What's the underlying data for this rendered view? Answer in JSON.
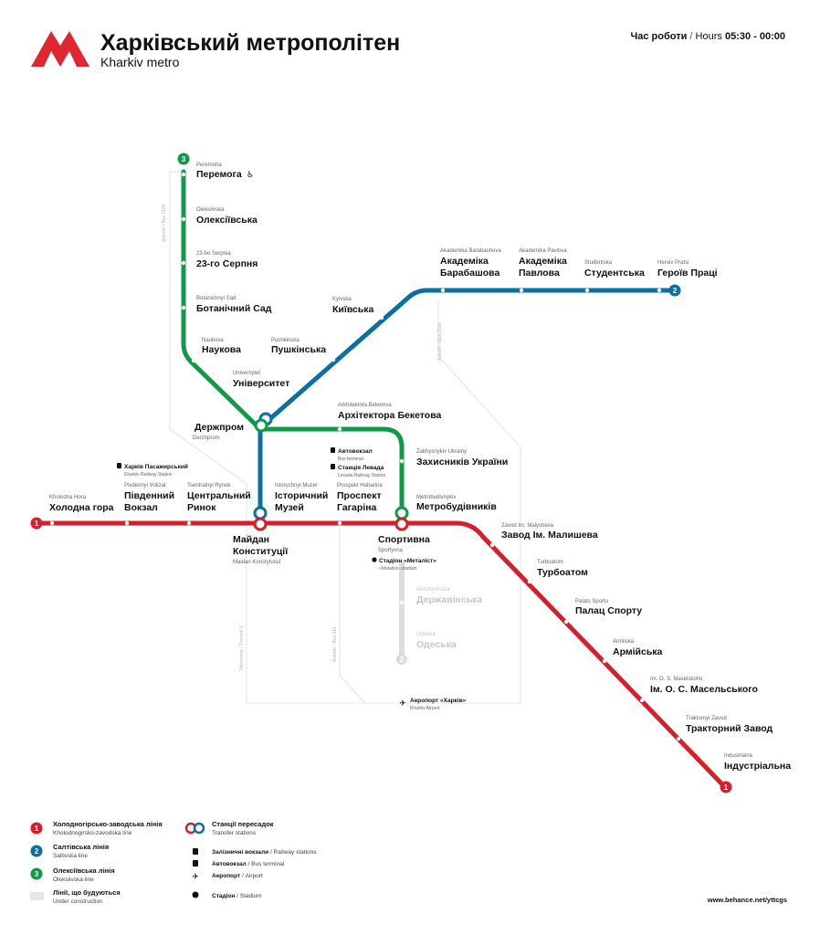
{
  "header": {
    "title": "Харківський метрополітен",
    "subtitle": "Kharkiv metro",
    "hours_label_uk": "Час роботи",
    "hours_sep": " / ",
    "hours_label_en": "Hours",
    "hours_value": "05:30 - 00:00"
  },
  "colors": {
    "red_line": "#d71f2c",
    "blue_line": "#0a6fa3",
    "green_line": "#0f9a48",
    "construction": "#e6e6e6",
    "logo": "#e0262e"
  },
  "line_badges": {
    "red": "1",
    "blue": "2",
    "green": "3"
  },
  "stations": {
    "peremoha": {
      "en": "Peremoha",
      "uk": "Перемога"
    },
    "oleksiivska": {
      "en": "Oleksiivska",
      "uk": "Олексіївська"
    },
    "serpnia": {
      "en": "23-ho Serpnia",
      "uk": "23-го Серпня"
    },
    "botanichnyi": {
      "en": "Botanichnyi Sad",
      "uk": "Ботанічний Сад"
    },
    "naukova": {
      "en": "Naukova",
      "uk": "Наукова"
    },
    "pushkinska": {
      "en": "Pushkinska",
      "uk": "Пушкінська"
    },
    "universytet": {
      "en": "Universytet",
      "uk": "Університет"
    },
    "kyivska": {
      "en": "Kyivska",
      "uk": "Київська"
    },
    "barabashova": {
      "en": "Akademika Barabashova",
      "uk1": "Академіка",
      "uk2": "Барабашова"
    },
    "pavlova": {
      "en": "Akademika Pavlova",
      "uk1": "Академіка",
      "uk2": "Павлова"
    },
    "studentska": {
      "en": "Studentska",
      "uk": "Студентська"
    },
    "heroiv": {
      "en": "Heroiv Pratsi",
      "uk": "Героїв Праці"
    },
    "beketova": {
      "en": "Arkhitektora Beketova",
      "uk": "Архітектора Бекетова"
    },
    "derzhprom": {
      "uk": "Держпром",
      "en": "Derzhprom"
    },
    "zakhysnykiv": {
      "en": "Zakhysnykiv Ukrainy",
      "uk": "Захисників України"
    },
    "metrobudivnykiv": {
      "en": "Metrobudivnykiv",
      "uk": "Метробудівників"
    },
    "istorychnyi": {
      "en": "Istorychnyi Muzei",
      "uk1": "Історичний",
      "uk2": "Музей"
    },
    "haharina": {
      "en": "Prospekt Haharina",
      "uk1": "Проспект",
      "uk2": "Гагаріна"
    },
    "tsentralnyi": {
      "en": "Tsentralnyi Rynok",
      "uk1": "Центральний",
      "uk2": "Ринок"
    },
    "pivdennyi": {
      "en": "Pivdennyi Vokzal",
      "uk1": "Південний",
      "uk2": "Вокзал"
    },
    "kholodna": {
      "en": "Kholodna Hora",
      "uk": "Холодна гора"
    },
    "maidan": {
      "uk1": "Майдан",
      "uk2": "Конституції",
      "en": "Maidan Konstytutsii"
    },
    "sportyvna": {
      "uk": "Спортивна",
      "en": "Sportyvna"
    },
    "malysheva": {
      "en": "Zavod Im. Malysheva",
      "uk": "Завод Ім. Малишева"
    },
    "turboatom": {
      "en": "Turboatom",
      "uk": "Турбоатом"
    },
    "palats": {
      "en": "Palats Sportu",
      "uk": "Палац Спорту"
    },
    "armiiska": {
      "en": "Armiiska",
      "uk": "Армійська"
    },
    "maselskoho": {
      "en": "Im. O. S. Maselskoho",
      "uk": "Ім. О. С. Масельського"
    },
    "traktornyi": {
      "en": "Traktornyi Zavod",
      "uk": "Тракторний Завод"
    },
    "industrialna": {
      "en": "Industrialna",
      "uk": "Індустріальна"
    },
    "derzhavinska": {
      "en": "Derzhavinska",
      "uk": "Державінська"
    },
    "odeska": {
      "en": "Odeska",
      "uk": "Одеська"
    }
  },
  "poi": {
    "railway_main": {
      "uk": "Харків Пасажирський",
      "en": "Kharkiv Railway Station"
    },
    "bus_terminal": {
      "uk": "Автовокзал",
      "en": "Bus terminal"
    },
    "levada": {
      "uk": "Станція Левада",
      "en": "Levada Railway Station"
    },
    "stadium": {
      "uk": "Стадіон «Металіст»",
      "en": "«Metalist» stadium"
    },
    "airport": {
      "uk": "Аеропорт «Харків»",
      "en": "Kharkiv Airport"
    }
  },
  "construction_labels": {
    "green_north": "Avtodiv / Bus 1109",
    "blue_east": "Avtodiv / Bus 2200",
    "south_a": "Tramvaina / Tramvai 5",
    "south_b": "Avtodiv / Bus 115"
  },
  "legend": {
    "red": {
      "uk": "Холодногірсько-заводська лінія",
      "en": "Kholodnogirsko-zavodska line"
    },
    "blue": {
      "uk": "Салтівська лінія",
      "en": "Saltivska line"
    },
    "green": {
      "uk": "Олексіївська лінія",
      "en": "Oleksiivska line"
    },
    "construction": {
      "uk": "Лінії, що будуються",
      "en": "Under construction"
    },
    "transfer": {
      "uk": "Станції пересадок",
      "en": "Transfer stations"
    },
    "railway": {
      "uk": "Залізничні вокзали",
      "en": "Railway stations"
    },
    "bus": {
      "uk": "Автовокзал",
      "en": "Bus terminal"
    },
    "airport": {
      "uk": "Аеропорт",
      "en": "Airport"
    },
    "stadium": {
      "uk": "Стадіон",
      "en": "Stadium"
    }
  },
  "icons": {
    "accessible": "♿",
    "train": "🚆",
    "bus": "🚌",
    "plane": "✈",
    "ball": "⚽"
  },
  "credit": "www.behance.net/yttcgs"
}
